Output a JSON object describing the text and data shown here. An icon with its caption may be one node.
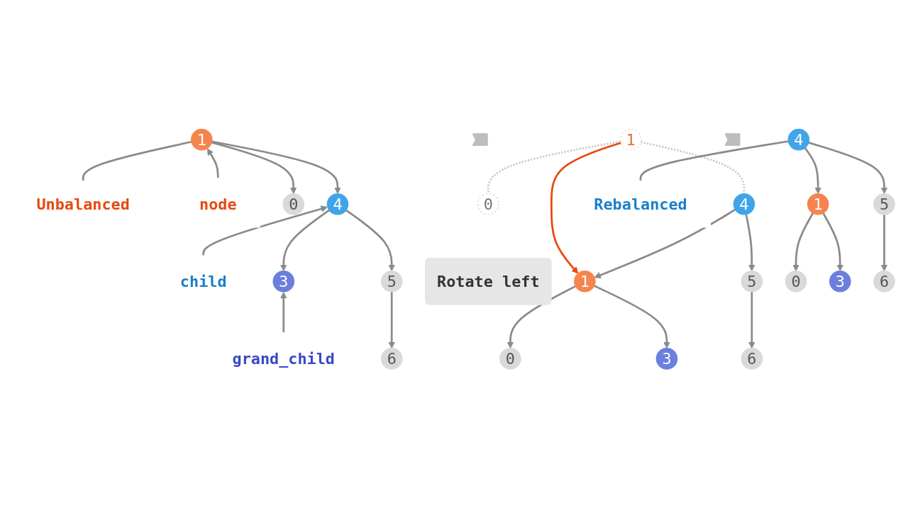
{
  "diagram": {
    "nodes": [
      {
        "text": [
          "1"
        ]
      },
      {
        "text": [
          "Unbalanced"
        ]
      },
      {
        "text": [
          "node"
        ]
      },
      {
        "text": [
          "0"
        ]
      },
      {
        "text": [
          "4"
        ]
      },
      {
        "text": [
          "child"
        ]
      },
      {
        "text": [
          "3"
        ]
      },
      {
        "text": [
          "5"
        ]
      },
      {
        "text": [
          "grand_child"
        ]
      },
      {
        "text": [
          "6"
        ]
      },
      {
        "text": [],
        "shape": "arrow"
      },
      {
        "text": [
          "Rotate left"
        ]
      },
      {
        "text": [
          "1"
        ]
      },
      {
        "text": [
          "0"
        ]
      },
      {
        "text": [
          "4"
        ]
      },
      {
        "text": [
          "1"
        ]
      },
      {
        "text": [
          "5"
        ]
      },
      {
        "text": [
          "0"
        ]
      },
      {
        "text": [
          "3"
        ]
      },
      {
        "text": [
          "6"
        ]
      },
      {
        "text": [],
        "shape": "arrow"
      },
      {
        "text": [
          "4"
        ]
      },
      {
        "text": [
          "Rebalanced"
        ]
      },
      {
        "text": [
          "1"
        ]
      },
      {
        "text": [
          "5"
        ]
      },
      {
        "text": [
          "0"
        ]
      },
      {
        "text": [
          "3"
        ]
      },
      {
        "text": [
          "6"
        ]
      }
    ],
    "edges": [
      {
        "from": 0,
        "to": 3,
        "arrow": "to"
      },
      {
        "from": 0,
        "to": 4,
        "arrow": "to"
      },
      {
        "from": 4,
        "to": 6,
        "arrow": "to"
      },
      {
        "from": 4,
        "to": 7,
        "arrow": "to"
      },
      {
        "from": 7,
        "to": 9,
        "arrow": "to"
      },
      {
        "from": 0,
        "to": 1,
        "arrow": "none"
      },
      {
        "from": 2,
        "to": 0,
        "arrow": "to"
      },
      {
        "from": 5,
        "to": 4,
        "arrow": "to"
      },
      {
        "from": 8,
        "to": 6,
        "arrow": "to"
      },
      {
        "from": 12,
        "to": 13,
        "arrow": "none",
        "style": "dashed",
        "color": "#c8c8c8"
      },
      {
        "from": 12,
        "to": 14,
        "arrow": "none",
        "style": "dashed",
        "color": "#c8c8c8"
      },
      {
        "from": 12,
        "to": 15,
        "arrow": "to",
        "color": "#e8490f"
      },
      {
        "from": 14,
        "to": 15,
        "arrow": "to"
      },
      {
        "from": 14,
        "to": 16,
        "arrow": "to"
      },
      {
        "from": 15,
        "to": 17,
        "arrow": "to"
      },
      {
        "from": 15,
        "to": 18,
        "arrow": "to"
      },
      {
        "from": 16,
        "to": 19,
        "arrow": "to"
      },
      {
        "from": 21,
        "to": 22,
        "arrow": "none"
      },
      {
        "from": 21,
        "to": 23,
        "arrow": "to"
      },
      {
        "from": 21,
        "to": 24,
        "arrow": "to"
      },
      {
        "from": 23,
        "to": 25,
        "arrow": "to"
      },
      {
        "from": 23,
        "to": 26,
        "arrow": "to"
      },
      {
        "from": 24,
        "to": 27,
        "arrow": "to"
      }
    ]
  }
}
